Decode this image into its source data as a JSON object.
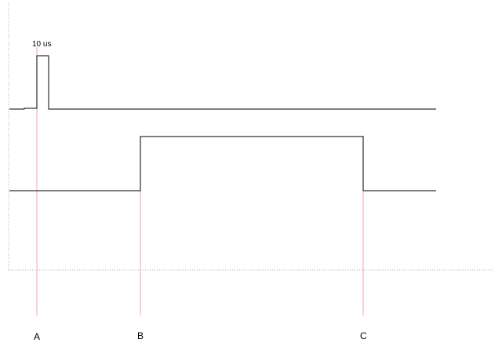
{
  "diagram": {
    "pulse_label": "10 us",
    "markers": [
      {
        "id": "a",
        "label": "A"
      },
      {
        "id": "b",
        "label": "B"
      },
      {
        "id": "c",
        "label": "C"
      }
    ]
  },
  "colors": {
    "signal": "#000000",
    "marker": "#f4a0a0",
    "frame": "#a8a8c8",
    "background": "#ffffff"
  }
}
